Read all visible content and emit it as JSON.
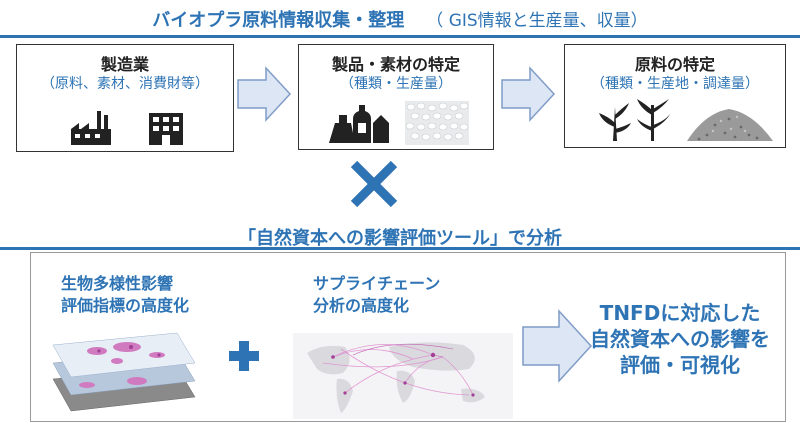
{
  "header": {
    "title": "バイオプラ原料情報収集・整理",
    "note": "（ GIS情報と生産量、収量）"
  },
  "flow": [
    {
      "title": "製造業",
      "sub": "（原料、素材、消費財等）"
    },
    {
      "title": "製品・素材の特定",
      "sub": "（種類・生産量）"
    },
    {
      "title": "原料の特定",
      "sub": "（種類・生産地・調達量）"
    }
  ],
  "middle": {
    "title": "「自然資本への影響評価ツール」で分析"
  },
  "bottom": {
    "bio_label_1": "生物多様性影響",
    "bio_label_2": "評価指標の高度化",
    "supply_label_1": "サプライチェーン",
    "supply_label_2": "分析の高度化",
    "result_1": "TNFDに対応した",
    "result_2": "自然資本への影響を",
    "result_3": "評価・可視化"
  },
  "colors": {
    "accent": "#2e74b5",
    "arrow_fill": "#dde6f4",
    "arrow_stroke": "#7f9cc8"
  }
}
